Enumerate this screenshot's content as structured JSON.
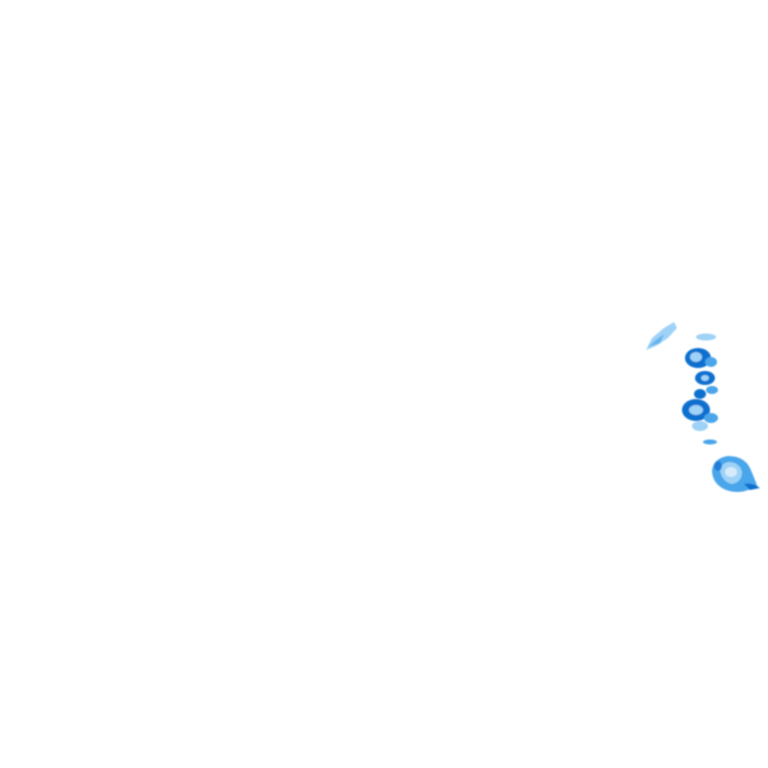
{
  "map": {
    "background_color": "#ffffff",
    "palette": {
      "light": "#9fd2f7",
      "mid": "#4aa6ea",
      "dark": "#0f6fcf",
      "pale": "#d6ecfb"
    },
    "shapes": [
      {
        "name": "northwest-strip",
        "intensity": "light"
      },
      {
        "name": "north-dash",
        "intensity": "light"
      },
      {
        "name": "upper-ring",
        "intensity": "dark"
      },
      {
        "name": "middle-cluster",
        "intensity": "dark"
      },
      {
        "name": "lower-ring",
        "intensity": "dark"
      },
      {
        "name": "small-dash",
        "intensity": "mid"
      },
      {
        "name": "large-ring",
        "intensity": "mid"
      }
    ]
  }
}
